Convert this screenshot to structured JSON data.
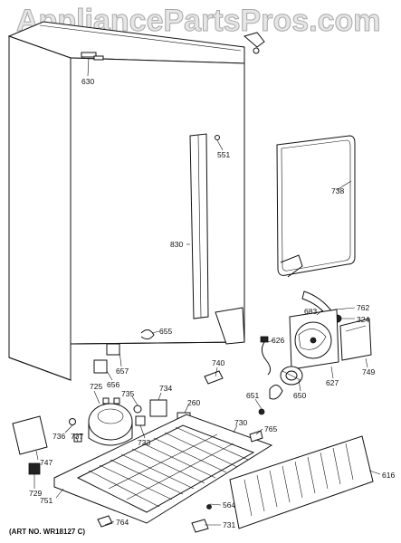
{
  "watermark": "AppliancePartsPros.com",
  "art_number": "(ART NO. WR18127 C)",
  "part_labels": {
    "p630": "630",
    "p551": "551",
    "p738": "738",
    "p830": "830",
    "p762": "762",
    "p683": "683",
    "p324": "324",
    "p655": "655",
    "p626": "626",
    "p657": "657",
    "p656": "656",
    "p749": "749",
    "p740": "740",
    "p627": "627",
    "p725": "725",
    "p735": "735",
    "p734": "734",
    "p651": "651",
    "p650": "650",
    "p260": "260",
    "p733": "733",
    "p730": "730",
    "p765": "765",
    "p736": "736",
    "p737": "737",
    "p747": "747",
    "p729": "729",
    "p751": "751",
    "p616": "616",
    "p564": "564",
    "p764": "764",
    "p731": "731"
  }
}
